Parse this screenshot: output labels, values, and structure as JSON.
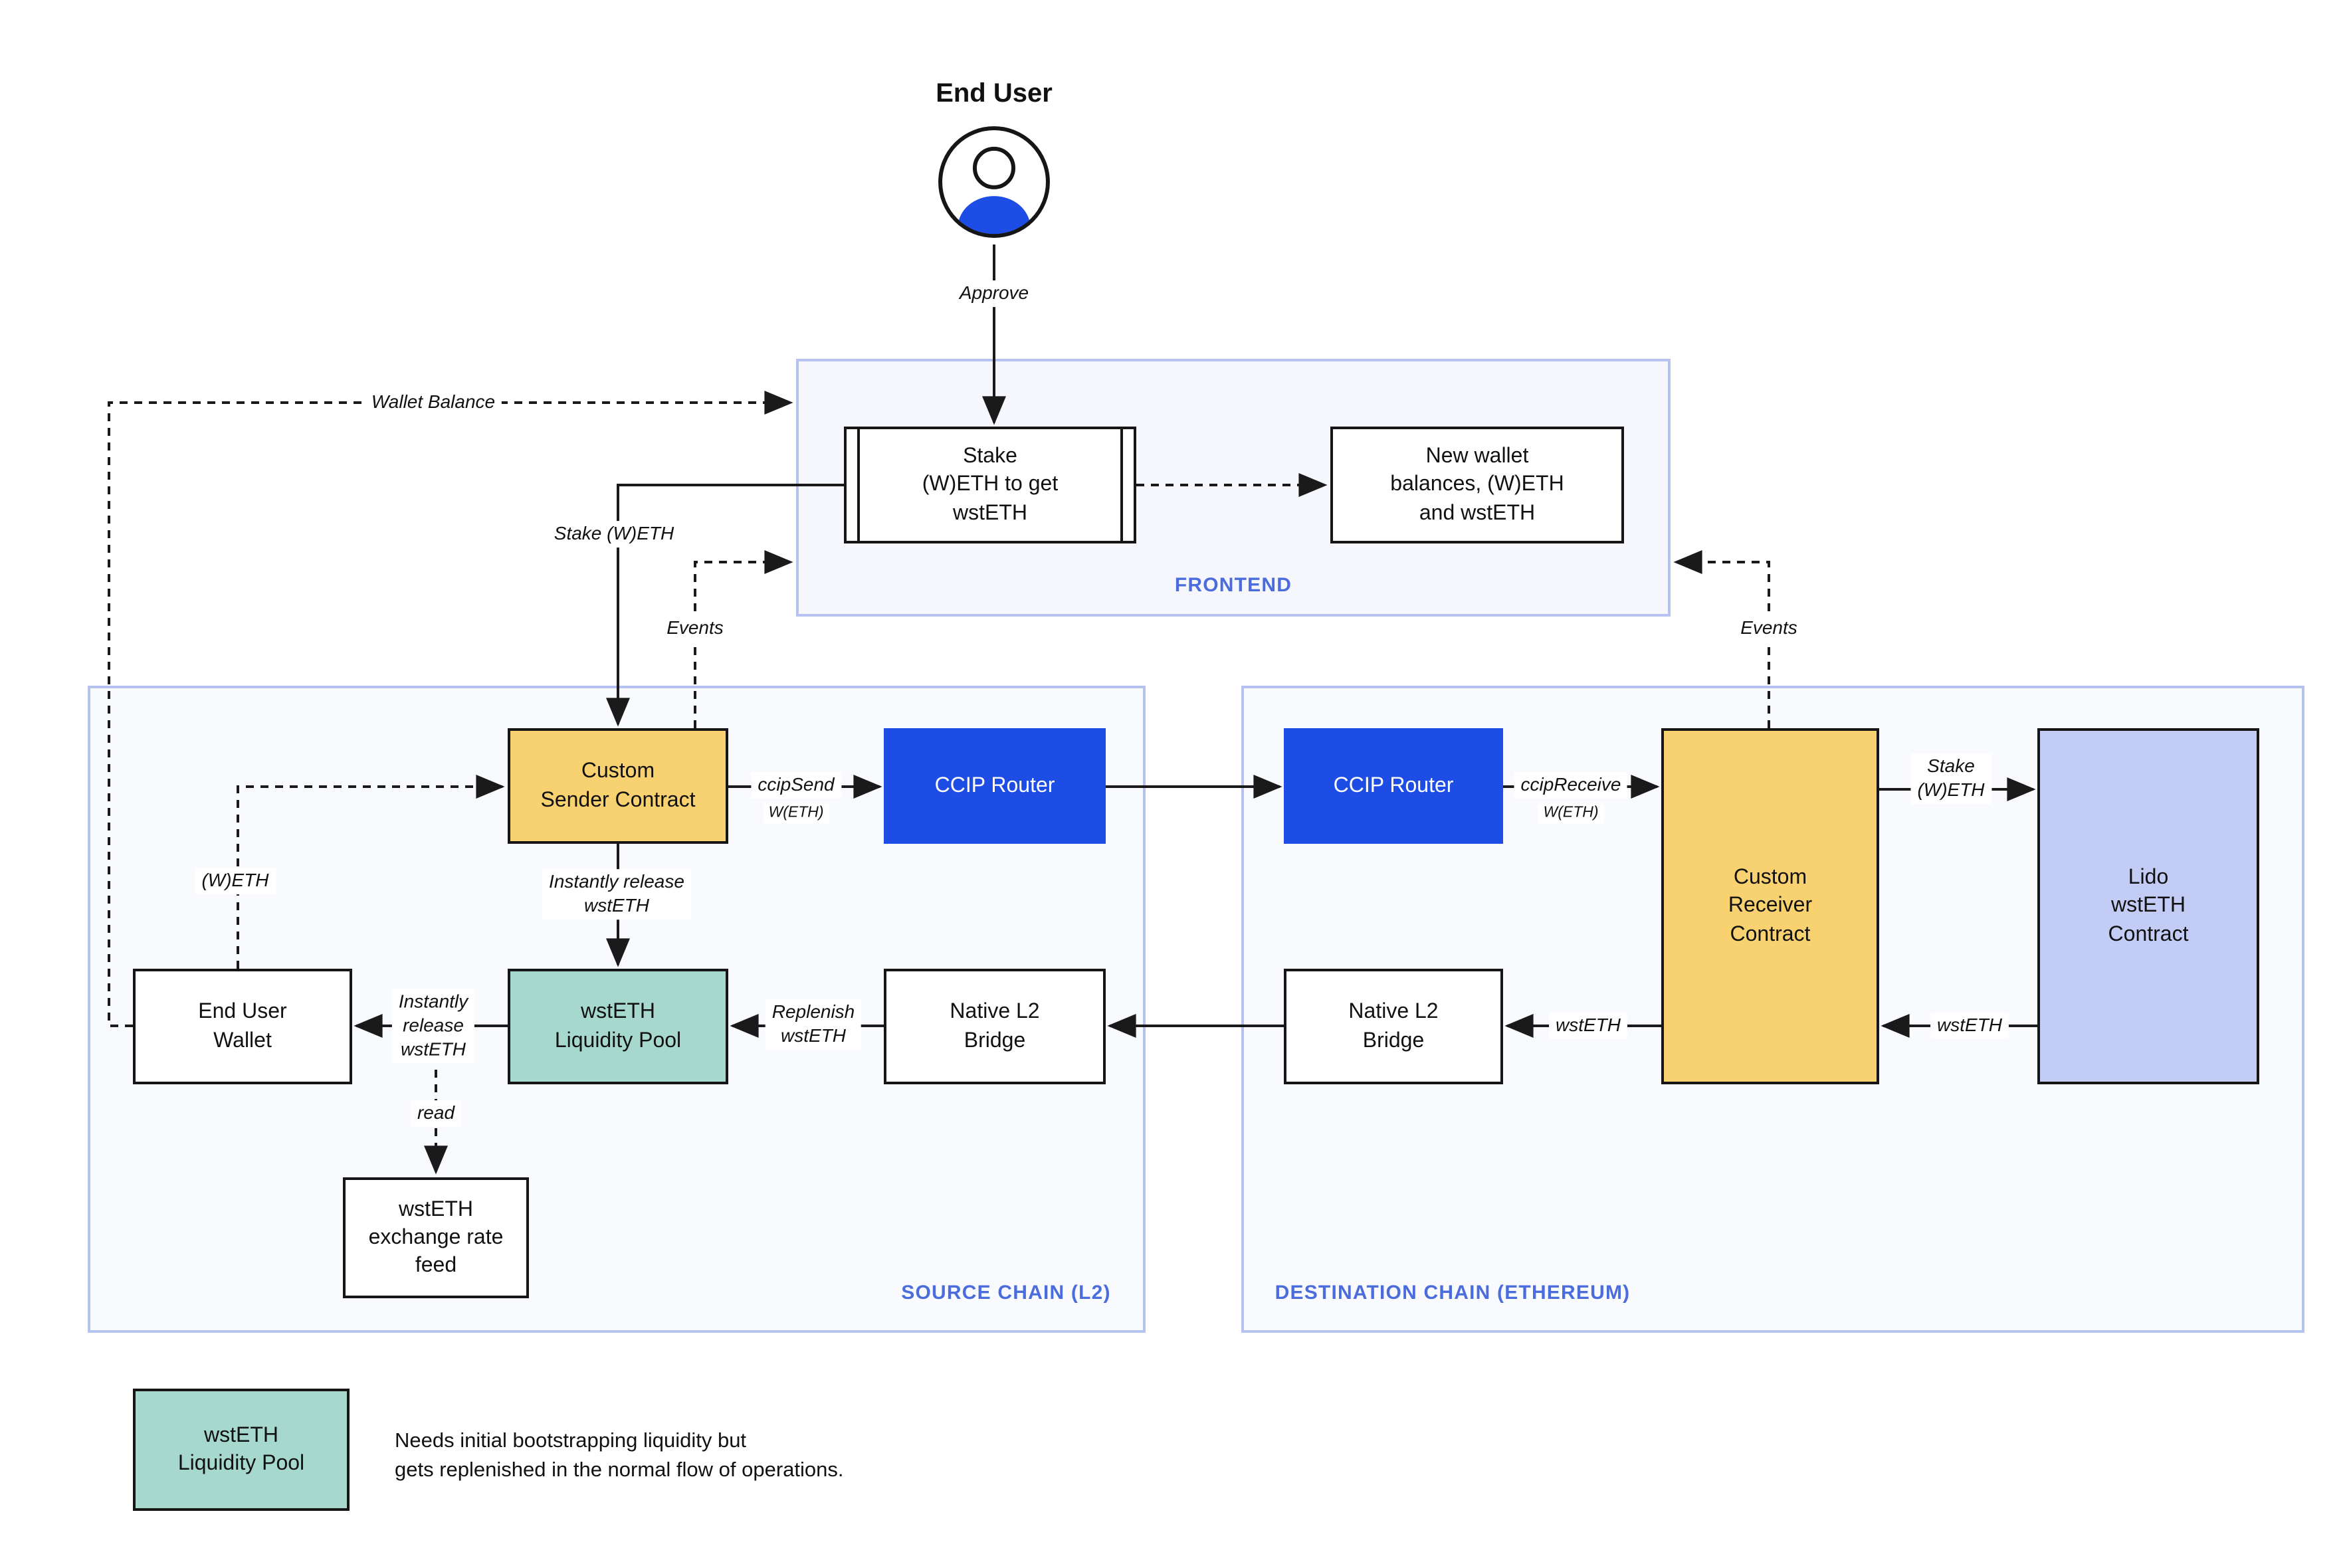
{
  "colors": {
    "node_yellow": "#f8d271",
    "node_blue": "#1d4de4",
    "node_teal": "#a6d8cd",
    "node_lavender": "#c3ccf4",
    "panel_bg": "#f5f7fd",
    "panel_border": "#b6c3f0",
    "chain_label_blue": "#4a6cdc",
    "line_black": "#1a1a1a",
    "avatar_blue": "#1d4de4"
  },
  "end_user": {
    "title": "End User"
  },
  "frontend": {
    "label": "FRONTEND",
    "stake_box": "Stake\n(W)ETH to get\nwstETH",
    "new_wallet_box": "New wallet\nbalances, (W)ETH\nand wstETH"
  },
  "source_chain": {
    "label": "SOURCE CHAIN (L2)",
    "custom_sender": "Custom\nSender Contract",
    "ccip_router": "CCIP Router",
    "pool": "wstETH\nLiquidity Pool",
    "bridge": "Native L2\nBridge",
    "wallet": "End User\nWallet",
    "feed": "wstETH\nexchange rate\nfeed"
  },
  "dest_chain": {
    "label": "DESTINATION CHAIN (ETHEREUM)",
    "ccip_router": "CCIP Router",
    "custom_receiver": "Custom\nReceiver\nContract",
    "lido": "Lido\nwstETH\nContract",
    "bridge": "Native L2\nBridge"
  },
  "edges": {
    "approve": "Approve",
    "wallet_balance": "Wallet Balance",
    "stake_weth": "Stake (W)ETH",
    "events_left": "Events",
    "events_right": "Events",
    "ccip_send": "ccipSend",
    "ccip_send_sub": "W(ETH)",
    "ccip_receive": "ccipReceive",
    "ccip_receive_sub": "W(ETH)",
    "stake_weth_right": "Stake\n(W)ETH",
    "wsteth_to_receiver": "wstETH",
    "wsteth_to_bridge": "wstETH",
    "replenish": "Replenish\nwstETH",
    "instant_release_vertical": "Instantly release\nwstETH",
    "instant_release_horizontal": "Instantly\nrelease\nwstETH",
    "weth": "(W)ETH",
    "read": "read"
  },
  "legend": {
    "box": "wstETH\nLiquidity Pool",
    "note": "Needs initial bootstrapping liquidity but\ngets replenished in the normal flow of operations."
  }
}
